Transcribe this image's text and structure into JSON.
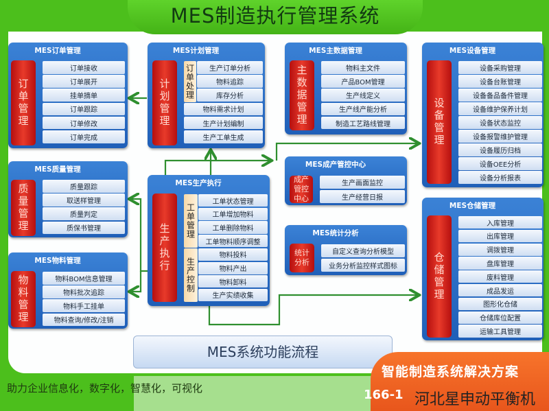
{
  "title": "MES制造执行管理系统",
  "panels": [
    {
      "id": "order",
      "title": "MES订单管理",
      "side": "订单管理",
      "groups": [
        {
          "items": [
            "订单接收",
            "订单展开",
            "挂单摘单",
            "订单跟踪",
            "订单修改",
            "订单完成"
          ]
        }
      ]
    },
    {
      "id": "plan",
      "title": "MES计划管理",
      "side": "计划管理",
      "groups": [
        {
          "tag": "订单处理",
          "items": [
            "生产订单分析",
            "物料追踪",
            "库存分析"
          ]
        },
        {
          "items": [
            "物料需求计划",
            "生产计划编制",
            "生产工单生成"
          ]
        }
      ]
    },
    {
      "id": "master",
      "title": "MES主数据管理",
      "side": "主数据管理",
      "groups": [
        {
          "items": [
            "物料主文件",
            "产品BOM管理",
            "生产线定义",
            "生产线产能分析",
            "制造工艺路线管理"
          ]
        }
      ]
    },
    {
      "id": "equipment",
      "title": "MES设备管理",
      "side": "设备管理",
      "groups": [
        {
          "items": [
            "设备采购管理",
            "设备台账管理",
            "设备备品备件管理",
            "设备维护保养计划",
            "设备状态监控",
            "设备报警维护管理",
            "设备履历归档",
            "设备OEE分析",
            "设备分析报表"
          ]
        }
      ]
    },
    {
      "id": "center",
      "title": "MES成产管控中心",
      "side": "成产管控中心",
      "groups": [
        {
          "items": [
            "生产画面监控",
            "生产经营日报"
          ]
        }
      ]
    },
    {
      "id": "quality",
      "title": "MES质量管理",
      "side": "质量管理",
      "groups": [
        {
          "items": [
            "质量跟踪",
            "取送样管理",
            "质量判定",
            "质保书管理"
          ]
        }
      ]
    },
    {
      "id": "execution",
      "title": "MES生产执行",
      "side": "生产执行",
      "groups": [
        {
          "tag": "工单管理",
          "items": [
            "工单状态管理",
            "工单增加物料",
            "工单删除物料",
            "工单物料顺序调整"
          ]
        },
        {
          "tag": "生产控制",
          "items": [
            "物料投料",
            "物料产出",
            "物料卸料",
            "生产实绩收集"
          ]
        }
      ]
    },
    {
      "id": "material",
      "title": "MES物料管理",
      "side": "物料管理",
      "groups": [
        {
          "items": [
            "物料BOM信息管理",
            "物料批次追踪",
            "物料手工挂单",
            "物料查询/修改/注销"
          ]
        }
      ]
    },
    {
      "id": "stats",
      "title": "MES统计分析",
      "side": "统计分析",
      "groups": [
        {
          "items": [
            "自定义查询分析模型",
            "业务分析监控样式图标"
          ]
        }
      ]
    },
    {
      "id": "warehouse",
      "title": "MES仓储管理",
      "side": "仓储管理",
      "groups": [
        {
          "items": [
            "入库管理",
            "出库管理",
            "调拨管理",
            "盘库管理",
            "废料管理",
            "成品发运",
            "图形化仓储",
            "仓储库位配置",
            "运输工具管理"
          ]
        }
      ]
    }
  ],
  "footer": {
    "flow_label": "MES系统功能流程",
    "slogan": "助力企业信息化，数字化，智慧化，可视化",
    "banner": "智能制造系统解决方案",
    "phone": "166-1",
    "watermark": "河北星申动平衡机"
  },
  "colors": {
    "background": "#4cbf1c",
    "panel": "#2a6cc6",
    "side": "#d62a1e",
    "arrow": "#2f8f2f"
  }
}
